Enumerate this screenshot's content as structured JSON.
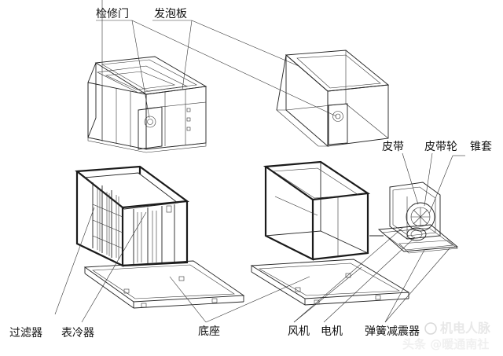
{
  "labels": {
    "access_door": "检修门",
    "foam_panel": "发泡板",
    "belt": "皮带",
    "pulley": "皮带轮",
    "taper_sleeve": "锥套",
    "filter": "过滤器",
    "cooling_coil": "表冷器",
    "base": "底座",
    "fan": "风机",
    "motor": "电机",
    "spring_damper": "弹簧减震器"
  },
  "watermark": {
    "top_text": "机电人脉",
    "bottom_text": "头条 @暖通南社"
  }
}
